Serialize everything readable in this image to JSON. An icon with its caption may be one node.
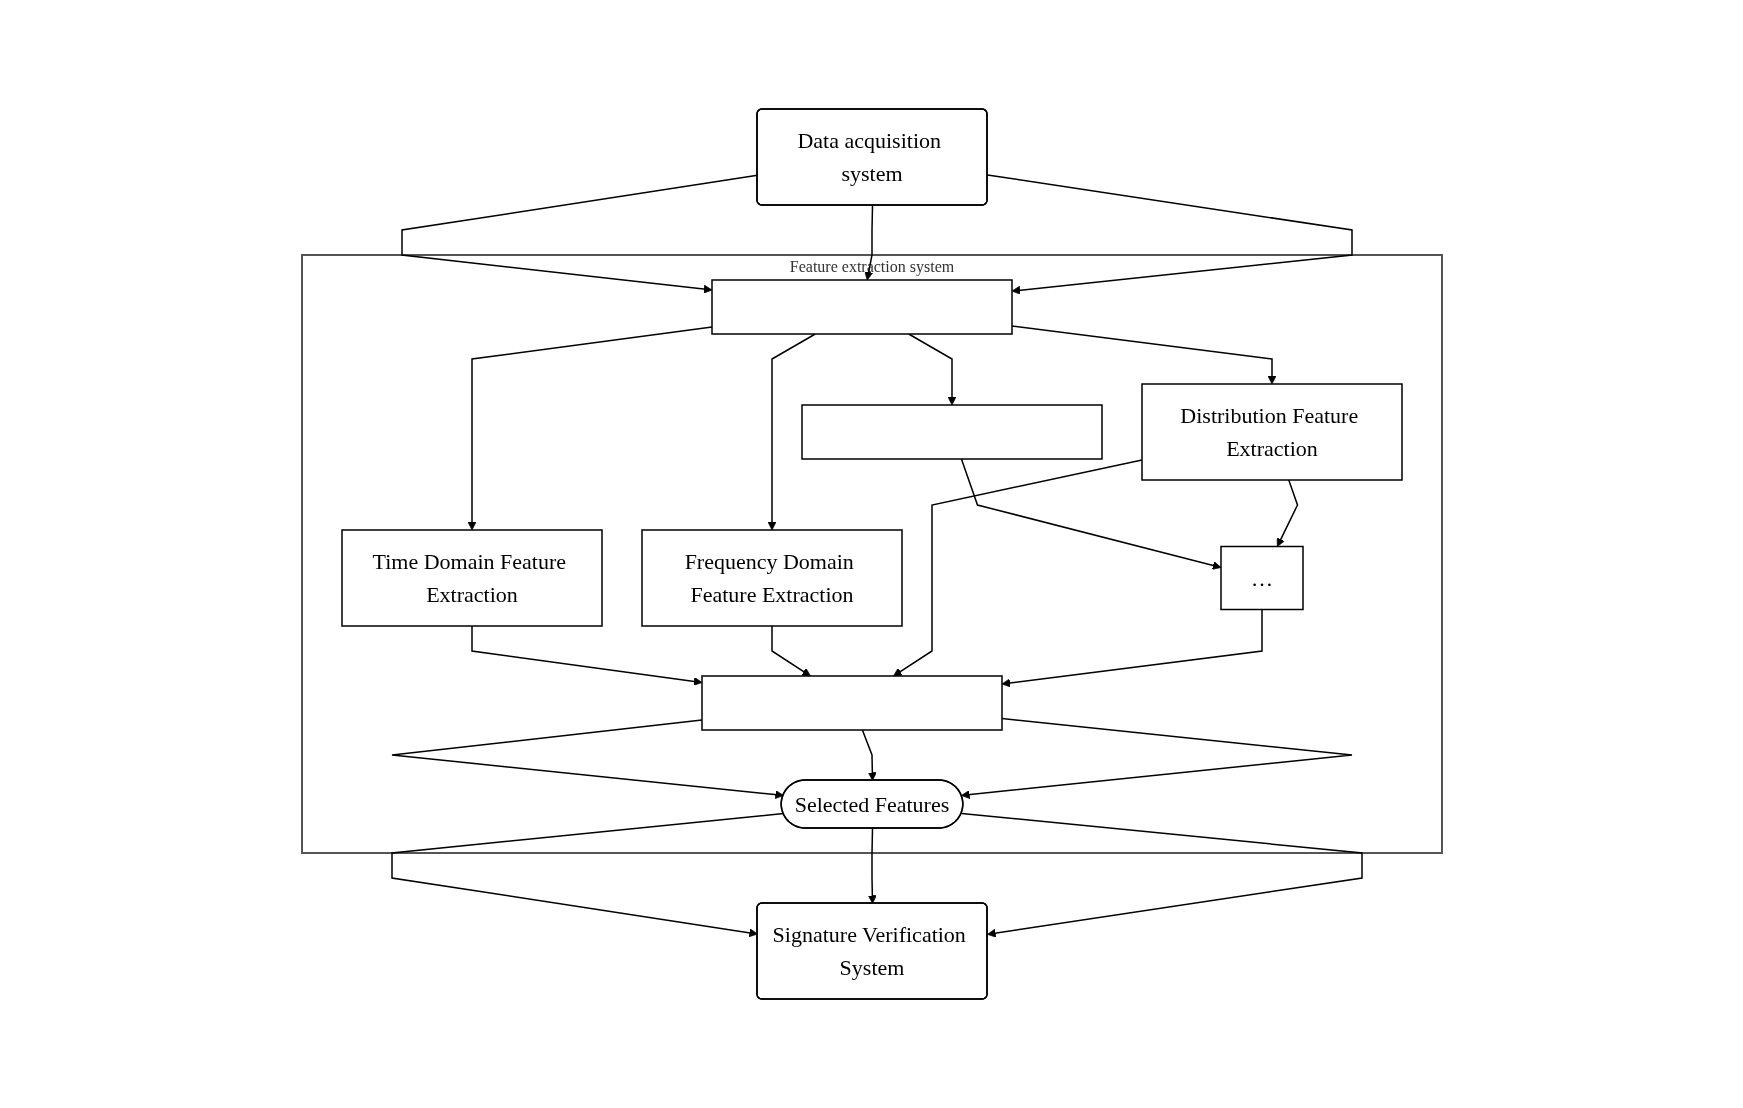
{
  "diagram": {
    "nodes": [
      {
        "text": [
          "Data acquisition system"
        ]
      },
      {
        "text": [
          "Feature extraction system"
        ]
      },
      {
        "text": [],
        "shape": "bar",
        "in": 1
      },
      {
        "text": [],
        "shape": "bar",
        "in": 1
      },
      {
        "text": [
          "Time Domain Feature Extraction"
        ],
        "in": 1
      },
      {
        "text": [
          "Frequency Domain Feature Extraction"
        ],
        "in": 1
      },
      {
        "text": [
          "Distribution Feature Extraction"
        ],
        "in": 1
      },
      {
        "text": [
          "…"
        ],
        "in": 1
      },
      {
        "text": [],
        "shape": "bar",
        "in": 1
      },
      {
        "text": [
          "Selected Features"
        ],
        "in": 1
      },
      {
        "text": [
          "Signature Verification System"
        ]
      }
    ],
    "edges": [
      {
        "from": 0,
        "to": 2,
        "arrow": "to"
      },
      {
        "from": 0,
        "to": 2,
        "arrow": "to"
      },
      {
        "from": 0,
        "to": 2,
        "arrow": "to"
      },
      {
        "from": 2,
        "to": 3,
        "arrow": "to"
      },
      {
        "from": 2,
        "to": 4,
        "arrow": "to"
      },
      {
        "from": 2,
        "to": 5,
        "arrow": "to"
      },
      {
        "from": 2,
        "to": 6,
        "arrow": "to"
      },
      {
        "from": 3,
        "to": 7,
        "arrow": "to"
      },
      {
        "from": 6,
        "to": 7,
        "arrow": "to"
      },
      {
        "from": 4,
        "to": 8,
        "arrow": "to"
      },
      {
        "from": 5,
        "to": 8,
        "arrow": "to"
      },
      {
        "from": 6,
        "to": 8,
        "arrow": "to"
      },
      {
        "from": 7,
        "to": 8,
        "arrow": "to"
      },
      {
        "from": 8,
        "to": 9,
        "arrow": "to"
      },
      {
        "from": 8,
        "to": 9,
        "arrow": "to"
      },
      {
        "from": 8,
        "to": 9,
        "arrow": "to"
      },
      {
        "from": 9,
        "to": 10,
        "arrow": "to"
      },
      {
        "from": 9,
        "to": 10,
        "arrow": "to"
      },
      {
        "from": 9,
        "to": 10,
        "arrow": "to"
      }
    ]
  }
}
